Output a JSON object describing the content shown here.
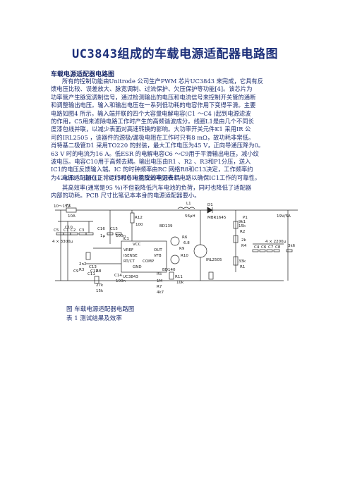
{
  "title": "UC3843组成的车载电源适配器电路图",
  "subtitle": "车载电源适配器电路图",
  "paragraph1": [
    "所有的控制功能由Unitrode 公司生产PWM 芯片UC3843 来完成，它具有反",
    "馈电压比较、误差放大、脉宽调制、过流保护、欠压保护等功能[4]。该芯片为",
    "功率管产生脉宽调制信号，通过检测输出的电压和电流信号来控制开关管的通断",
    "和调整输出电压。输入和输出电压在一系列低功耗的电容作用下变得平滑。主要",
    "电路如图4 所示。输入端并联的四个大容量电解电容(C1 ～C4 )起到电源滤波",
    "的作用，C5用来滤除电路工作时产生的高频谐波成分。线圈L1是由几个不同长",
    "度漆包线并联，以减少表面对高速转换的影响。大功率开关元件K1 采用IR 公",
    "司的IRL2505 ，该器件的源极/漏极电阻在工作时只有8 mΩ，故功耗非常低。",
    "肖特基二极管D1 采用TO220 的封装，最大工作电压为45 V，正向导通压降为0。",
    "63 V 时的电流为16 A。低ESR 的电解电容C6 ～C9用于平滑输出电压，减小纹",
    "波电压。电容C10用于高频去耦。输出电压由R1 、R2 、R3和P1分压，送入",
    "IC1的电压反馈输入端。IC 的时钟频率由RC 网络R8和C13决定，工作频率约",
    "为42kHz 。由R12 、C15和C16构成的电源去耦电路以确保IC1工作的可靠性。"
  ],
  "paragraph2": "电源适配器在正常运行时各电量及效率见表1 。",
  "paragraph3": [
    "其高效率(通常是95 %)不但能降低汽车电池的负荷，同时也降低了适配器",
    "内部的功耗。PCB 尺寸比笔记本本身的电源适配器要小。"
  ],
  "circuit": {
    "input_label": "10～15V",
    "output_label": "19V/5A",
    "fuse": "F1",
    "fuse_rating": "10A",
    "inductor": "L1",
    "inductor_value": "56μH",
    "diode": "D1",
    "diode_part": "MBR1645",
    "mosfet": "IRL2505",
    "ic": "UC3843",
    "ic_label": "IC1",
    "input_caps": "4 × 3300μ",
    "output_caps": "4 × 2200μ",
    "transistor1": "BD139",
    "transistor2": "BD140",
    "pins": [
      "VCC",
      "VREF",
      "OUT",
      "ISENSE",
      "VFB",
      "RT/CT",
      "COMP",
      "GND"
    ],
    "components": [
      "R12",
      "100",
      "C15",
      "C16",
      "1μ",
      "100n",
      "R6",
      "6.8",
      "R10",
      "R9",
      "R5",
      "1M",
      "R7",
      "4k7",
      "R11",
      "10k",
      "C13",
      "C14",
      "100n",
      "2n2",
      "R3",
      "15k",
      "R2",
      "33k",
      "R1",
      "9k1",
      "P1",
      "2k",
      "R4",
      "3k6",
      "C10",
      "C5",
      "C1",
      "C2",
      "C3",
      "C4",
      "C6",
      "C7",
      "C8",
      "C9",
      "C11",
      "C12",
      "R8",
      "27k",
      "15k"
    ]
  },
  "caption1": "图 车载电源适配器电路图",
  "caption2": "表 1 测试结果及效率"
}
